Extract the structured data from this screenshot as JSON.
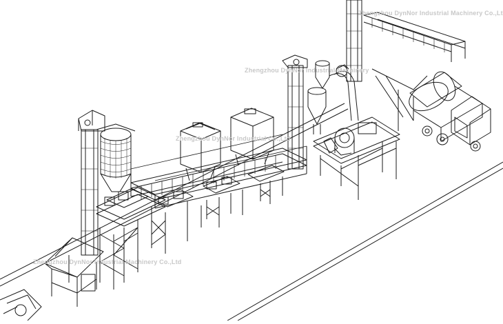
{
  "watermarks": {
    "top": "Zhengzhou DynNor Industrial Machinery Co.,Ltd",
    "mid": "Zhengzhou DynNor Industrial Machinery",
    "mid2": "Zhengzhou DynNor Industrial Co.,Ltd",
    "bottom": "Zhengzhou DynNor Industrial Machinery Co.,Ltd"
  },
  "colors": {
    "line": "#1a1a1a",
    "background": "#ffffff",
    "watermark": "#c8c8c8"
  }
}
